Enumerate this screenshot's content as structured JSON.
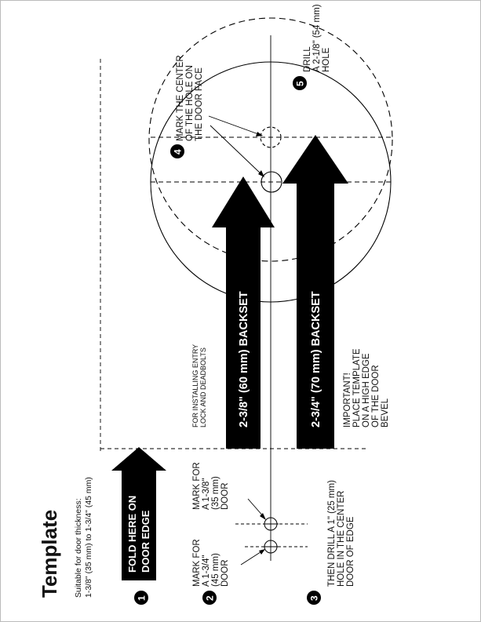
{
  "title": "Template",
  "thickness_note": {
    "line1": "Suitable for door thickness:",
    "line2": "1-3/8\" (35 mm) to 1-3/4\" (45 mm)"
  },
  "fold": {
    "line1": "FOLD HERE ON",
    "line2": "DOOR EDGE"
  },
  "steps": [
    {
      "number": "1"
    },
    {
      "number": "2",
      "mark_a": [
        "MARK FOR",
        "A 1-3/4\"",
        "(45 mm)",
        "DOOR"
      ],
      "mark_b": [
        "MARK FOR",
        "A 1-3/8\"",
        "(35 mm)",
        "DOOR"
      ]
    },
    {
      "number": "3",
      "lines": [
        "THEN DRILL A 1\" (25 mm)",
        "HOLE IN THE CENTER",
        "DOOR OF EDGE"
      ]
    },
    {
      "number": "4",
      "lines": [
        "MARK THE CENTER",
        "OF THE HOLE ON",
        "THE DOOR FACE"
      ]
    },
    {
      "number": "5",
      "lines": [
        "DRILL",
        "A 2-1/8\" (54 mm)",
        "HOLE"
      ]
    }
  ],
  "entry_note": [
    "FOR INSTALLING ENTRY",
    "LOCK AND DEADBOLTS"
  ],
  "important_note": [
    "IMPORTANT!",
    "PLACE TEMPLATE",
    "ON A HIGH EDGE",
    "OF THE DOOR",
    "BEVEL"
  ],
  "backset_60": "2-3/8\" (60 mm) BACKSET",
  "backset_70": "2-3/4\" (70 mm) BACKSET"
}
